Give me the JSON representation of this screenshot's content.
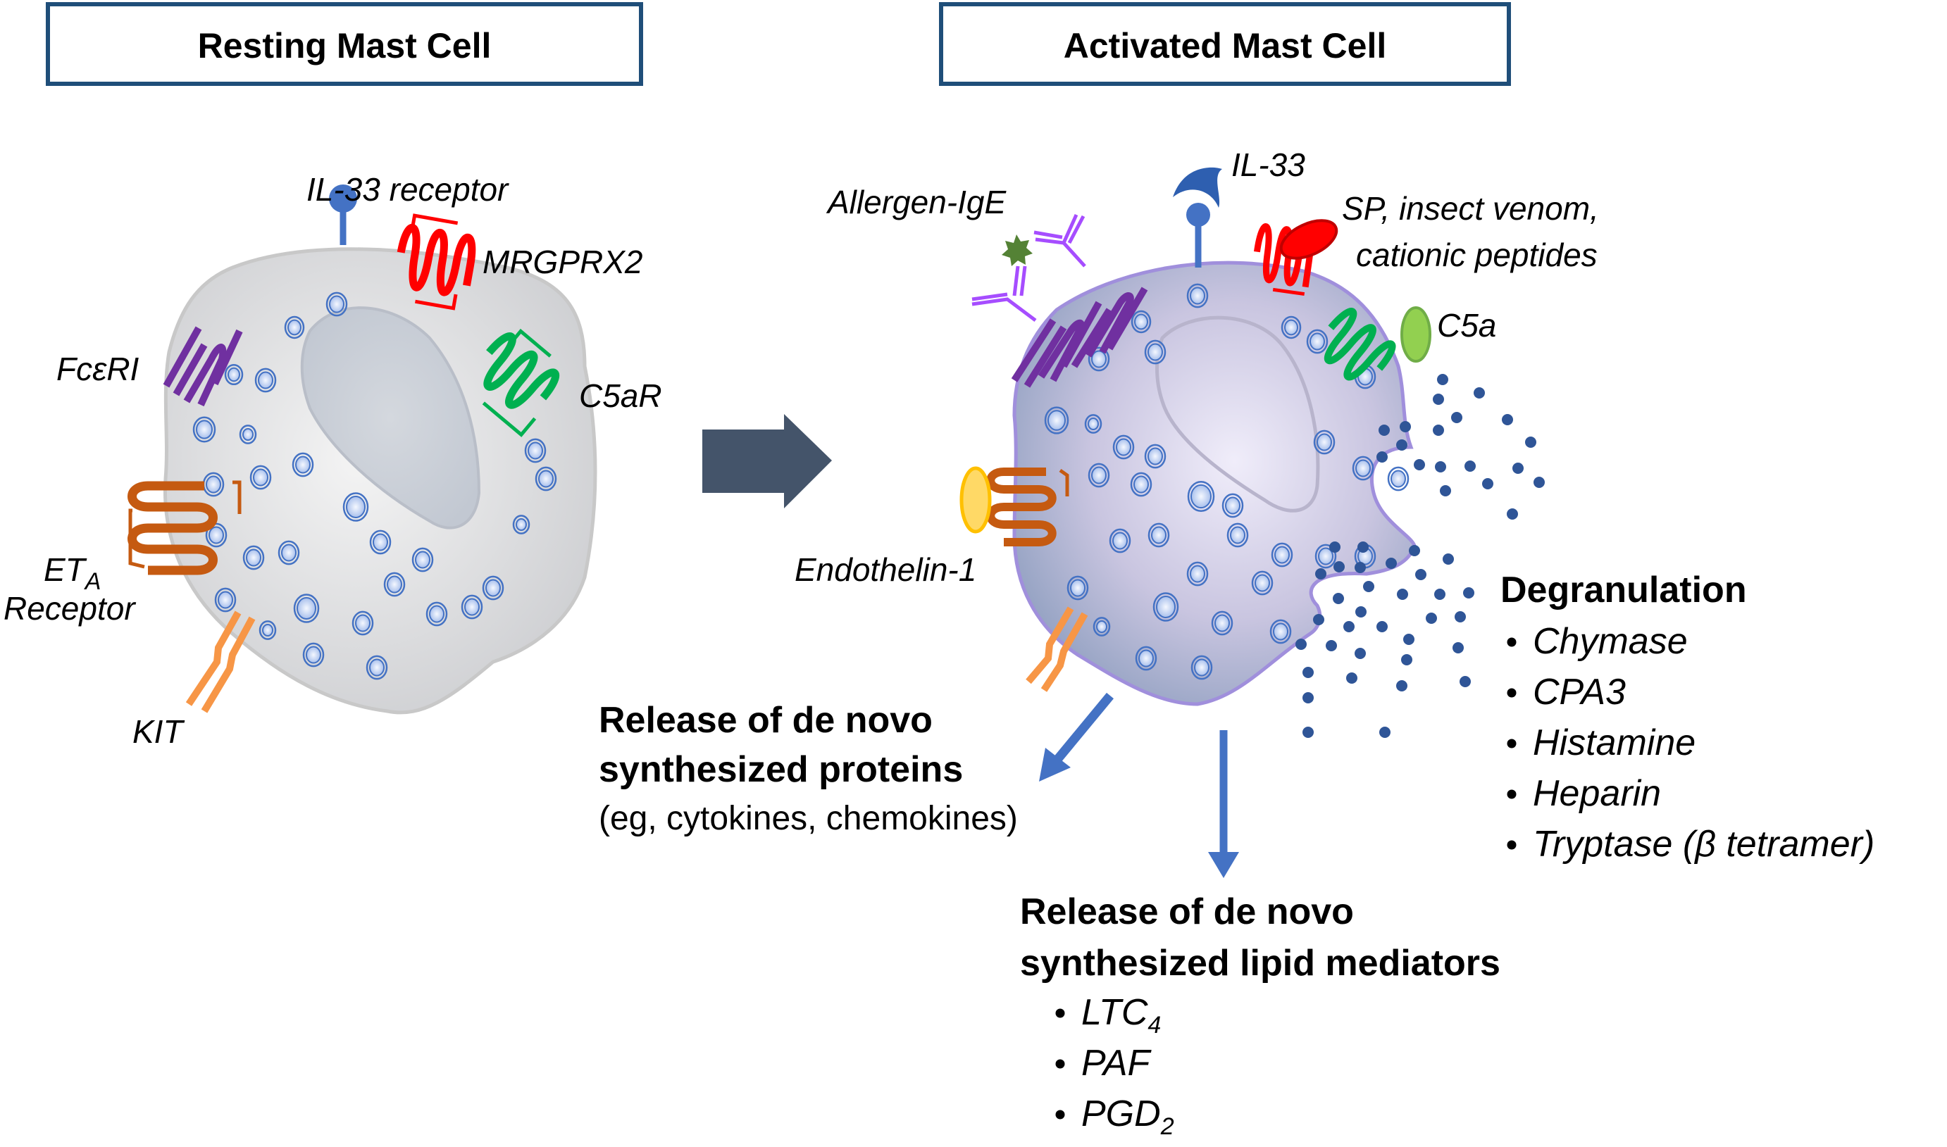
{
  "titles": {
    "resting": "Resting Mast Cell",
    "activated": "Activated Mast Cell"
  },
  "resting_labels": {
    "il33_receptor": "IL-33 receptor",
    "mrgprx2": "MRGPRX2",
    "fceri": "FcεRI",
    "c5ar": "C5aR",
    "eta_main": "ET",
    "eta_sub": "A",
    "eta_receptor": "Receptor",
    "kit": "KIT"
  },
  "activated_labels": {
    "allergen_ige": "Allergen-IgE",
    "il33": "IL-33",
    "sp_line1": "SP, insect venom,",
    "sp_line2": "cationic peptides",
    "c5a": "C5a",
    "endothelin": "Endothelin-1"
  },
  "proteins": {
    "line1": "Release of de novo",
    "line2": "synthesized proteins",
    "line3": "(eg, cytokines, chemokines)"
  },
  "lipids": {
    "line1": "Release of de novo",
    "line2": "synthesized lipid mediators",
    "items": [
      {
        "main": "LTC",
        "sub": "4"
      },
      {
        "main": "PAF",
        "sub": ""
      },
      {
        "main": "PGD",
        "sub": "2"
      }
    ]
  },
  "degranulation": {
    "header": "Degranulation",
    "items": [
      "Chymase",
      "CPA3",
      "Histamine",
      "Heparin",
      "Tryptase (β tetramer)"
    ]
  },
  "colors": {
    "title_border": "#1f4e79",
    "transition_arrow": "#44546a",
    "release_arrow": "#4472c4",
    "granule": "#4472c4",
    "released_granule": "#2f5597",
    "fceri": "#7030a0",
    "mrgprx2": "#ff0000",
    "c5ar": "#00b050",
    "eta": "#c55a11",
    "kit": "#f79646",
    "il33": "#4472c4",
    "c5a": "#92d050",
    "endothelin": "#ffd966",
    "ige": "#a64dff",
    "allergen": "#548235"
  }
}
